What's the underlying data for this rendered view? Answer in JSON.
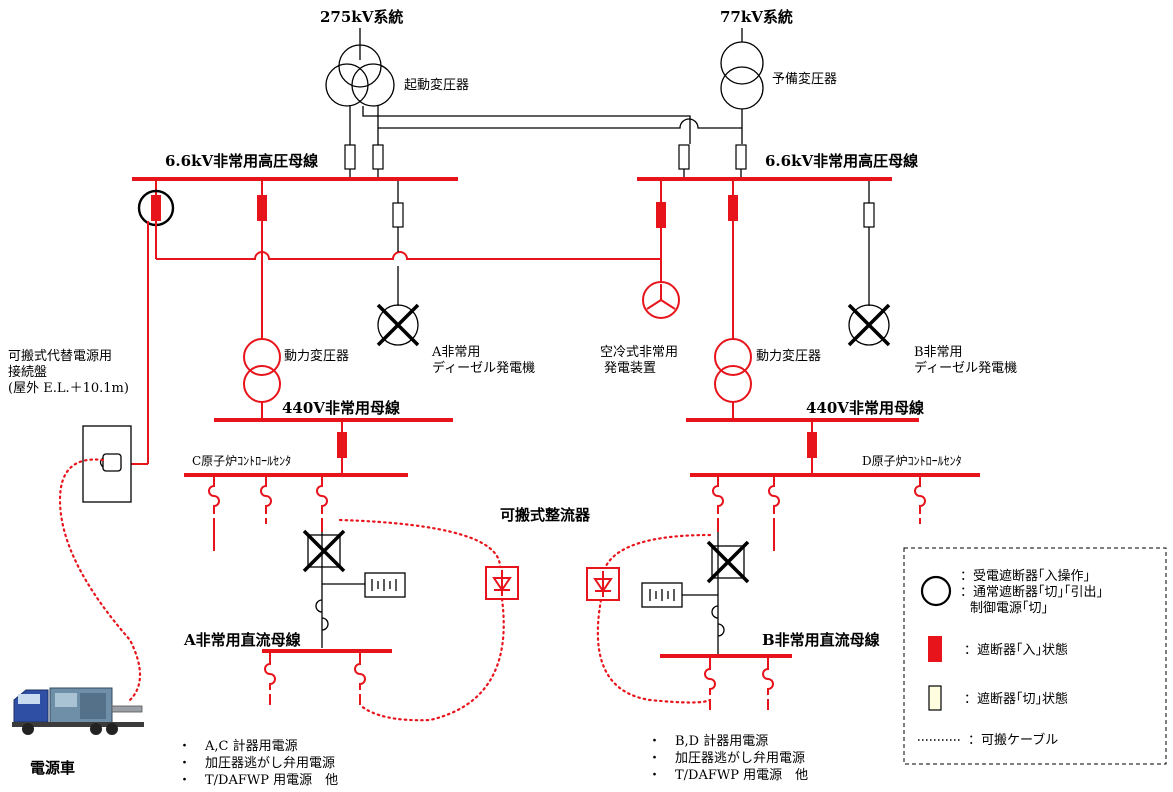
{
  "sources": {
    "left": "275kV系統",
    "right": "77kV系統"
  },
  "transformers": {
    "startup": "起動変圧器",
    "standby": "予備変圧器",
    "power_a": "動力変圧器",
    "power_b": "動力変圧器"
  },
  "buses": {
    "hv_a": "6.6kV非常用高圧母線",
    "hv_b": "6.6kV非常用高圧母線",
    "lv_a": "440V非常用母線",
    "lv_b": "440V非常用母線",
    "mcc_c": "C原子炉ｺﾝﾄﾛｰﾙｾﾝﾀ",
    "mcc_d": "D原子炉ｺﾝﾄﾛｰﾙｾﾝﾀ",
    "dc_a": "A非常用直流母線",
    "dc_b": "B非常用直流母線"
  },
  "generators": {
    "dg_a": [
      "A非常用",
      "ディーゼル発電機"
    ],
    "dg_b": [
      "B非常用",
      "ディーゼル発電機"
    ],
    "aircooled": [
      "空冷式非常用",
      "発電装置"
    ]
  },
  "connection_panel": [
    "可搬式代替電源用",
    "接続盤",
    "(屋外 E.L.＋10.1m)"
  ],
  "rectifier": "可搬式整流器",
  "power_vehicle": "電源車",
  "loads_a": [
    "A,C 計器用電源",
    "加圧器逃がし弁用電源",
    "T/DAFWP 用電源　他"
  ],
  "loads_b": [
    "B,D 計器用電源",
    "加圧器逃がし弁用電源",
    "T/DAFWP 用電源　他"
  ],
  "legend": {
    "circle": [
      "：受電遮断器｢入操作｣",
      "：通常遮断器｢切｣｢引出｣",
      "制御電源｢切｣"
    ],
    "breaker_on": "：遮断器｢入｣状態",
    "breaker_off": "：遮断器｢切｣状態",
    "cable": "：可搬ケーブル"
  },
  "colors": {
    "energized": "#e8141c",
    "breaker_off_fill": "#fffde0",
    "line": "#000000"
  },
  "icons": [
    "transformer-icon",
    "generator-disabled-icon",
    "aircooled-generator-icon",
    "rectifier-icon",
    "battery-icon",
    "breaker-icon",
    "power-vehicle-icon"
  ]
}
